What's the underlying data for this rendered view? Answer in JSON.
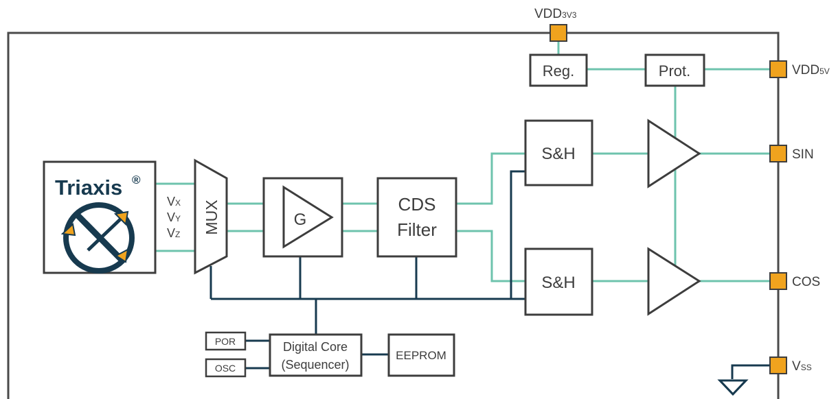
{
  "colors": {
    "analog_signal": "#6ec3ad",
    "digital_bus": "#173a4f",
    "pad": "#f0a31e",
    "outline": "#3d3d3d"
  },
  "logo": {
    "brand": "Triaxis",
    "mark": "®"
  },
  "channels": {
    "vx_base": "V",
    "vx_sub": "X",
    "vy_base": "V",
    "vy_sub": "Y",
    "vz_base": "V",
    "vz_sub": "Z"
  },
  "blocks": {
    "mux": "MUX",
    "gain": "G",
    "cds_line1": "CDS",
    "cds_line2": "Filter",
    "sh_top": "S&H",
    "sh_bottom": "S&H",
    "regulator": "Reg.",
    "protection": "Prot.",
    "por": "POR",
    "osc": "OSC",
    "core_line1": "Digital Core",
    "core_line2": "(Sequencer)",
    "eeprom": "EEPROM"
  },
  "pins": {
    "vdd3v3_base": "VDD",
    "vdd3v3_sub": "3V3",
    "vdd5v_base": "VDD",
    "vdd5v_sub": "5V",
    "sin": "SIN",
    "cos": "COS",
    "vss_base": "V",
    "vss_sub": "SS"
  }
}
